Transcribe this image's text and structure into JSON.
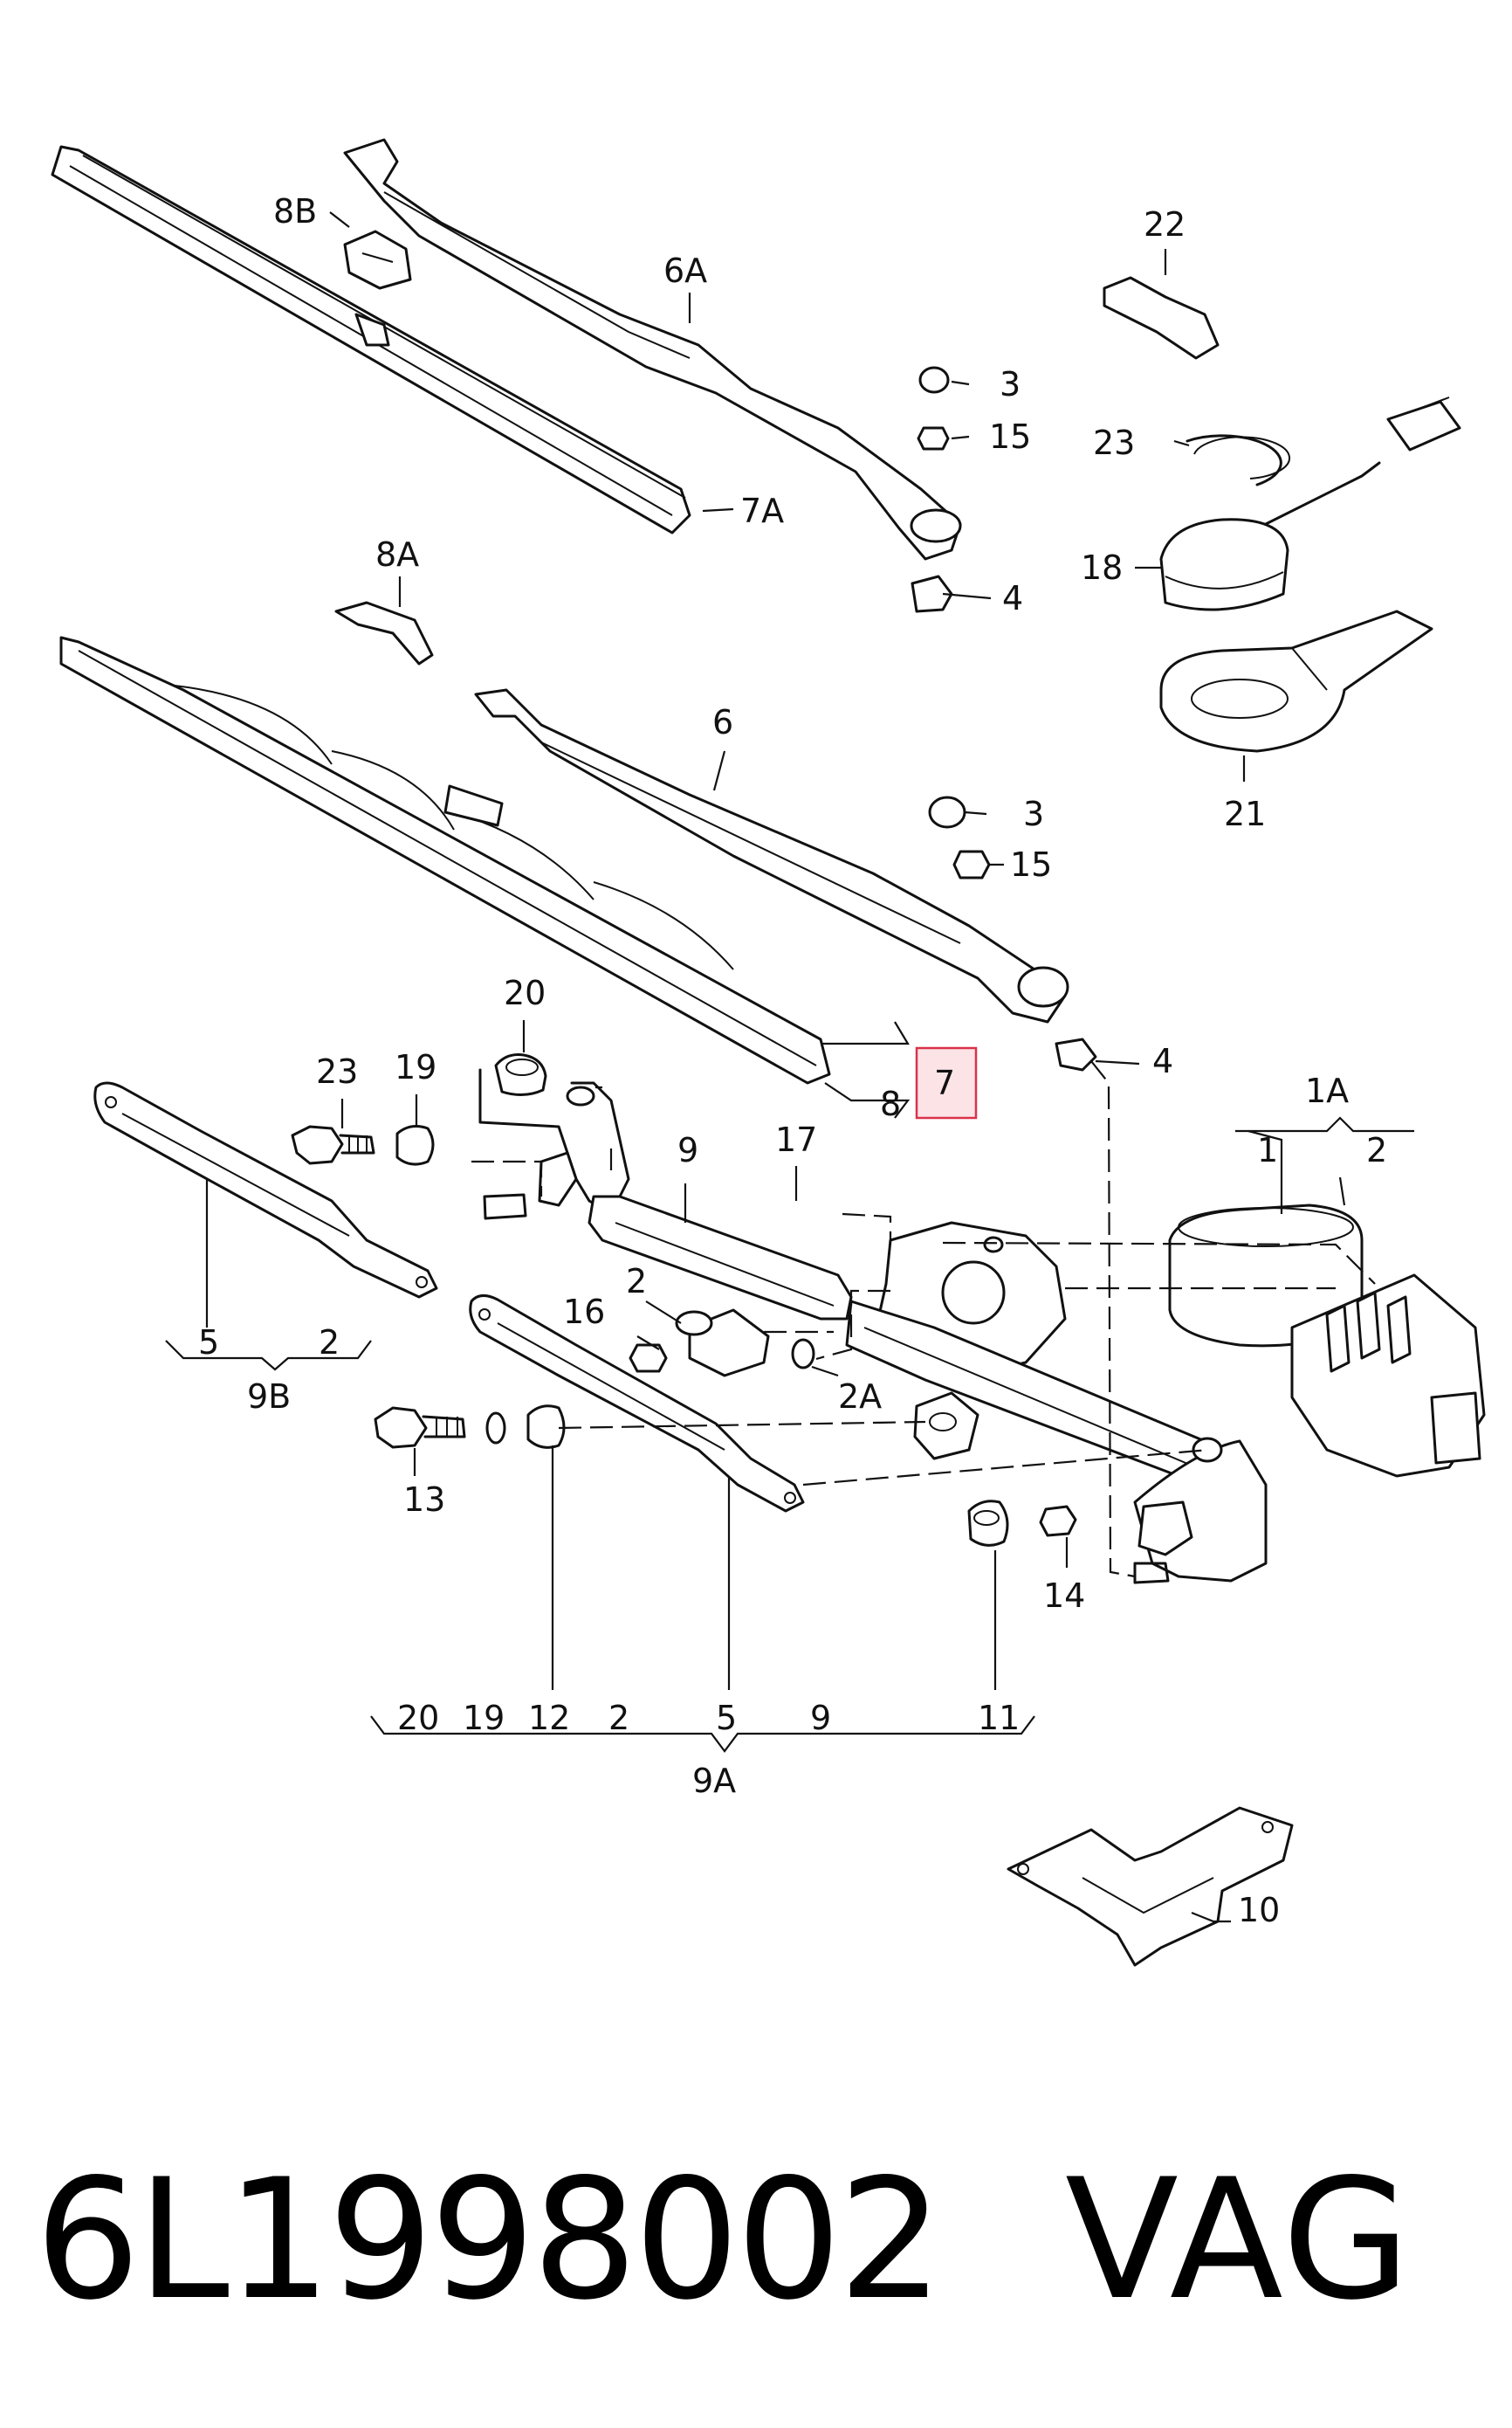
{
  "labels": {
    "l_8B": "8B",
    "l_6A": "6A",
    "l_7A": "7A",
    "l_3a": "3",
    "l_15a": "15",
    "l_4a": "4",
    "l_22": "22",
    "l_23a": "23",
    "l_18": "18",
    "l_21": "21",
    "l_8A": "8A",
    "l_6": "6",
    "l_3b": "3",
    "l_15b": "15",
    "l_4b": "4",
    "l_7": "7",
    "l_8": "8",
    "l_20a": "20",
    "l_23b": "23",
    "l_19a": "19",
    "l_9": "9",
    "l_17": "17",
    "l_1A": "1A",
    "l_1": "1",
    "l_2a": "2",
    "l_5a": "5",
    "l_2b": "2",
    "l_9B": "9B",
    "l_16": "16",
    "l_2c": "2",
    "l_2A": "2A",
    "l_13": "13",
    "l_14": "14",
    "l_20b": "20",
    "l_19b": "19",
    "l_12": "12",
    "l_2d": "2",
    "l_5b": "5",
    "l_9b": "9",
    "l_11": "11",
    "l_9A": "9A",
    "l_10": "10"
  },
  "footer": {
    "part_number": "6L1998002",
    "brand": "VAG"
  },
  "highlight_color": "#d9324a"
}
